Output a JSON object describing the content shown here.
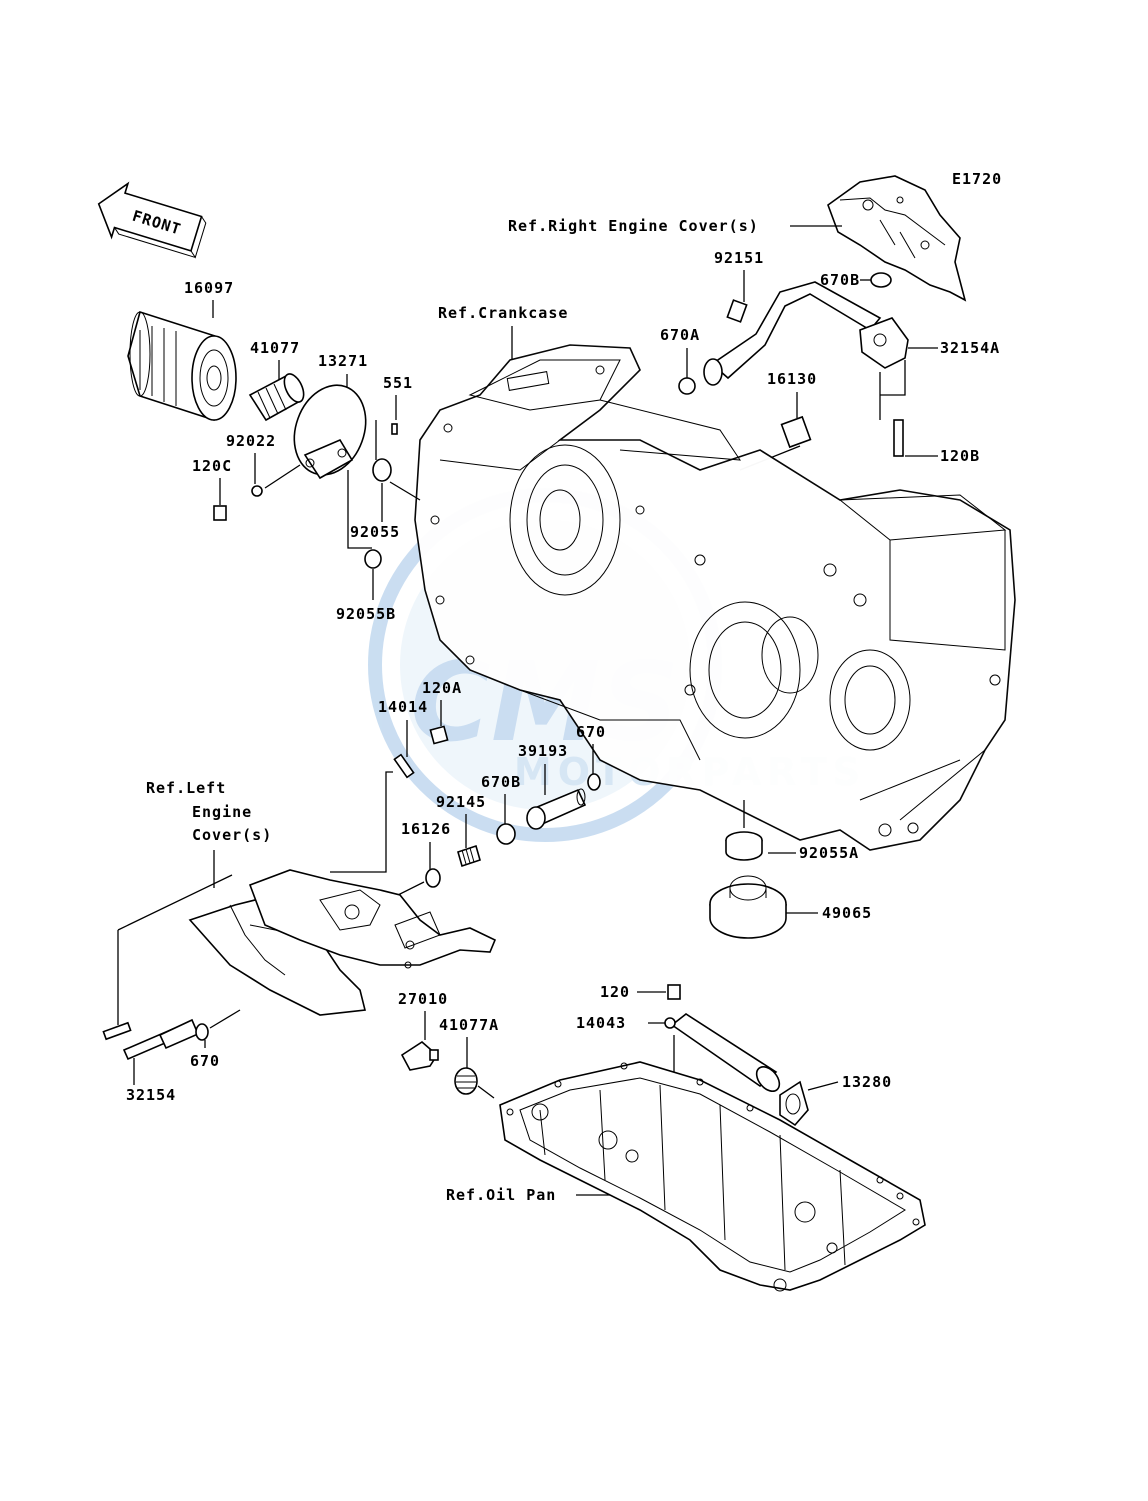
{
  "diagram_code": "E1720",
  "front_label": "FRONT",
  "watermark": {
    "main": "CMS",
    "sub": "MOTORPARTS",
    "color": "#9fc3e6"
  },
  "refs": {
    "right_engine_cover": "Ref.Right Engine Cover(s)",
    "crankcase": "Ref.Crankcase",
    "left_engine_cover_1": "Ref.Left",
    "left_engine_cover_2": "Engine",
    "left_engine_cover_3": "Cover(s)",
    "oil_pan": "Ref.Oil Pan"
  },
  "parts": {
    "p16097": "16097",
    "p41077": "41077",
    "p13271": "13271",
    "p551": "551",
    "p92022": "92022",
    "p120C": "120C",
    "p92055": "92055",
    "p92055B": "92055B",
    "p92151": "92151",
    "p670B_top": "670B",
    "p670A": "670A",
    "p32154A": "32154A",
    "p16130": "16130",
    "p120B": "120B",
    "p120A": "120A",
    "p14014": "14014",
    "p670_mid": "670",
    "p39193": "39193",
    "p670B_mid": "670B",
    "p92145": "92145",
    "p16126": "16126",
    "p92055A": "92055A",
    "p49065": "49065",
    "p670_low": "670",
    "p32154": "32154",
    "p27010": "27010",
    "p41077A": "41077A",
    "p120": "120",
    "p14043": "14043",
    "p13280": "13280"
  }
}
